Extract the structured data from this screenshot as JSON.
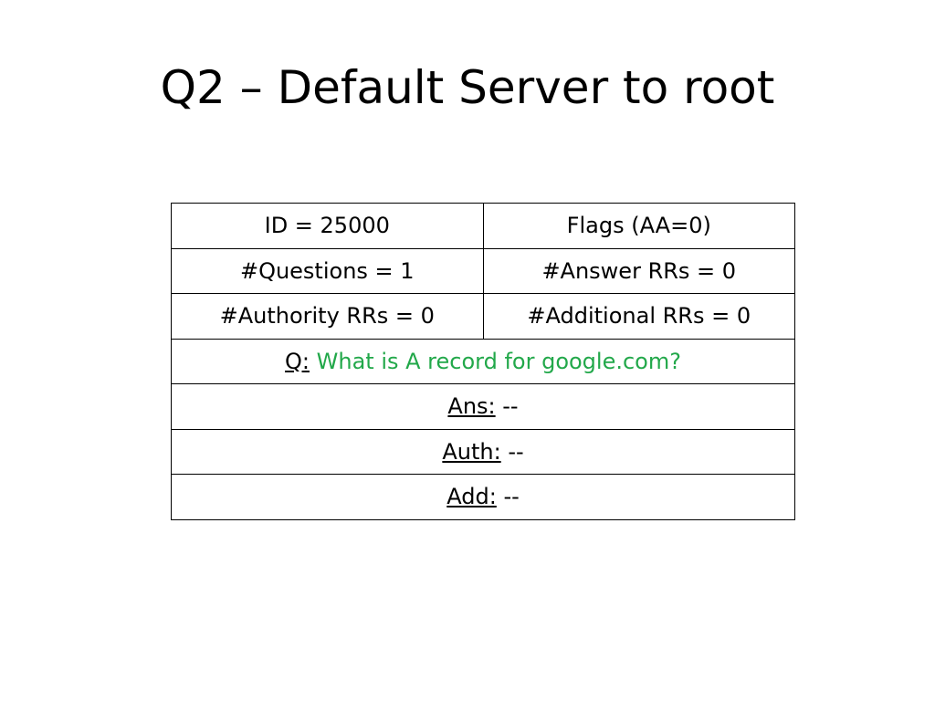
{
  "title": "Q2 – Default Server to root",
  "header": {
    "id": "ID = 25000",
    "flags": "Flags (AA=0)",
    "questions": "#Questions = 1",
    "answer_rrs": "#Answer RRs = 0",
    "authority_rrs": "#Authority RRs = 0",
    "additional_rrs": "#Additional RRs = 0"
  },
  "sections": {
    "question": {
      "label": "Q:",
      "value": "What is A record for google.com?"
    },
    "answer": {
      "label": "Ans:",
      "value": "--"
    },
    "authority": {
      "label": "Auth:",
      "value": "--"
    },
    "additional": {
      "label": "Add:",
      "value": "--"
    }
  },
  "colors": {
    "question_text": "#22a84a"
  }
}
